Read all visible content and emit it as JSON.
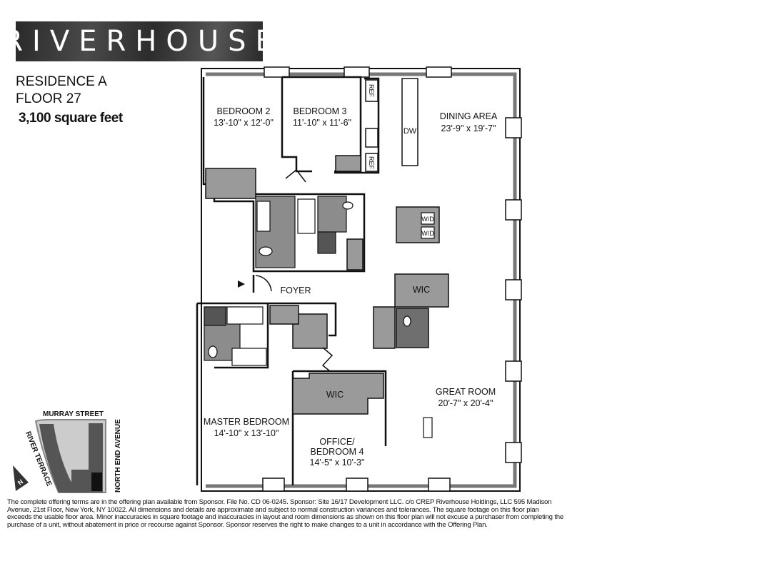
{
  "brand": {
    "logo_text": "RIVERHOUSE"
  },
  "residence": {
    "name": "RESIDENCE A",
    "floor": "FLOOR 27",
    "area": "3,100 square feet"
  },
  "rooms": {
    "bedroom2": {
      "name": "BEDROOM 2",
      "dims": "13'-10\" x 12'-0\""
    },
    "bedroom3": {
      "name": "BEDROOM 3",
      "dims": "11'-10\" x 11'-6\""
    },
    "dining": {
      "name": "DINING AREA",
      "dims": "23'-9\" x 19'-7\""
    },
    "foyer": {
      "name": "FOYER"
    },
    "wic_hall": {
      "name": "WIC"
    },
    "wic_master": {
      "name": "WIC"
    },
    "great_room": {
      "name": "GREAT ROOM",
      "dims": "20'-7\" x 20'-4\""
    },
    "master": {
      "name": "MASTER BEDROOM",
      "dims": "14'-10\" x 13'-10\""
    },
    "office": {
      "name_line1": "OFFICE/",
      "name_line2": "BEDROOM 4",
      "dims": "14'-5\" x 10'-3\""
    }
  },
  "fixtures": {
    "ref_top": "REF",
    "ref_bottom": "REF",
    "dishwasher": "DW",
    "washer": "W/D",
    "dryer": "W/D"
  },
  "key_plan": {
    "north_street": "MURRAY STREET",
    "west_street": "RIVER TERRACE",
    "east_street": "NORTH END AVENUE",
    "compass": "N"
  },
  "colors": {
    "wall": "#111111",
    "closet_fill": "#9a9a9a",
    "window": "#777777"
  },
  "footer": "The complete offering terms are in the offering plan available from Sponsor. File No. CD 06-0245.  Sponsor: Site 16/17 Development LLC. c/o CREP Riverhouse Holdings, LLC 595 Madison Avenue, 21st Floor, New York, NY 10022.  All dimensions and details are approximate and subject to normal construction variances and tolerances. The square  footage on this floor plan exceeds the usable floor area.  Minor inaccuracies in square footage and inaccuracies in layout and room dimensions as shown on this floor plan will not excuse a purchaser from completing the purchase of a unit, without abatement in price or recourse against Sponsor.  Sponsor reserves the right to make changes to a unit in accordance with the Offering Plan."
}
